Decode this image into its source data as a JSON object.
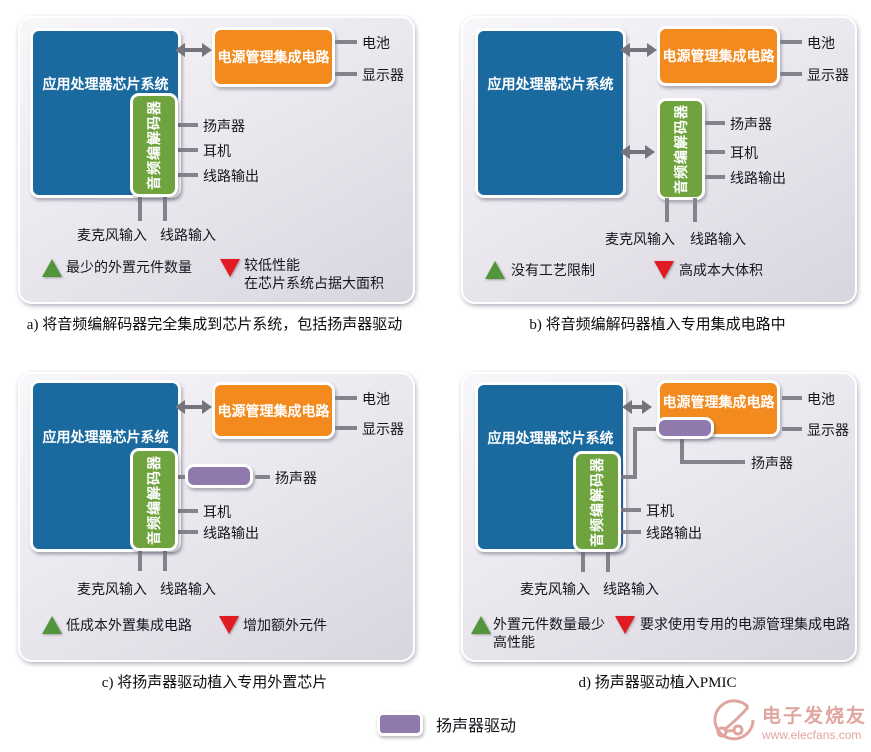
{
  "colors": {
    "soc_blue": "#1a6aa0",
    "pmic_orange": "#f28a1e",
    "codec_green": "#6fa33e",
    "driver_purple": "#8f79ad",
    "connector_gray": "#83838c",
    "pro_green": "#52953c",
    "con_red": "#e11b22"
  },
  "panels": [
    {
      "caption": "a) 将音频编解码器完全集成到芯片系统，包括扬声器驱动",
      "soc": "应用处理器芯片系统",
      "pmic": "电源管理集成电路",
      "codec": "音频编解码器",
      "battery": "电池",
      "display": "显示器",
      "speaker": "扬声器",
      "headphone": "耳机",
      "lineout": "线路输出",
      "mic_in": "麦克风输入",
      "line_in": "线路输入",
      "pros": [
        "最少的外置元件数量"
      ],
      "cons": [
        "较低性能",
        "在芯片系统占据大面积"
      ]
    },
    {
      "caption": "b) 将音频编解码器植入专用集成电路中",
      "soc": "应用处理器芯片系统",
      "pmic": "电源管理集成电路",
      "codec": "音频编解码器",
      "battery": "电池",
      "display": "显示器",
      "speaker": "扬声器",
      "headphone": "耳机",
      "lineout": "线路输出",
      "mic_in": "麦克风输入",
      "line_in": "线路输入",
      "pros": [
        "没有工艺限制"
      ],
      "cons": [
        "高成本大体积"
      ]
    },
    {
      "caption": "c) 将扬声器驱动植入专用外置芯片",
      "soc": "应用处理器芯片系统",
      "pmic": "电源管理集成电路",
      "codec": "音频编解码器",
      "battery": "电池",
      "display": "显示器",
      "speaker": "扬声器",
      "headphone": "耳机",
      "lineout": "线路输出",
      "mic_in": "麦克风输入",
      "line_in": "线路输入",
      "pros": [
        "低成本外置集成电路"
      ],
      "cons": [
        "增加额外元件"
      ]
    },
    {
      "caption": "d) 扬声器驱动植入PMIC",
      "soc": "应用处理器芯片系统",
      "pmic": "电源管理集成电路",
      "codec": "音频编解码器",
      "battery": "电池",
      "display": "显示器",
      "speaker": "扬声器",
      "headphone": "耳机",
      "lineout": "线路输出",
      "mic_in": "麦克风输入",
      "line_in": "线路输入",
      "pros": [
        "外置元件数量最少",
        "高性能"
      ],
      "cons": [
        "要求使用专用的电源管理集成电路"
      ]
    }
  ],
  "legend": {
    "label": "扬声器驱动",
    "swatch_color": "#8f79ad"
  },
  "watermark": {
    "name": "电子发烧友",
    "url": "www.elecfans.com"
  }
}
